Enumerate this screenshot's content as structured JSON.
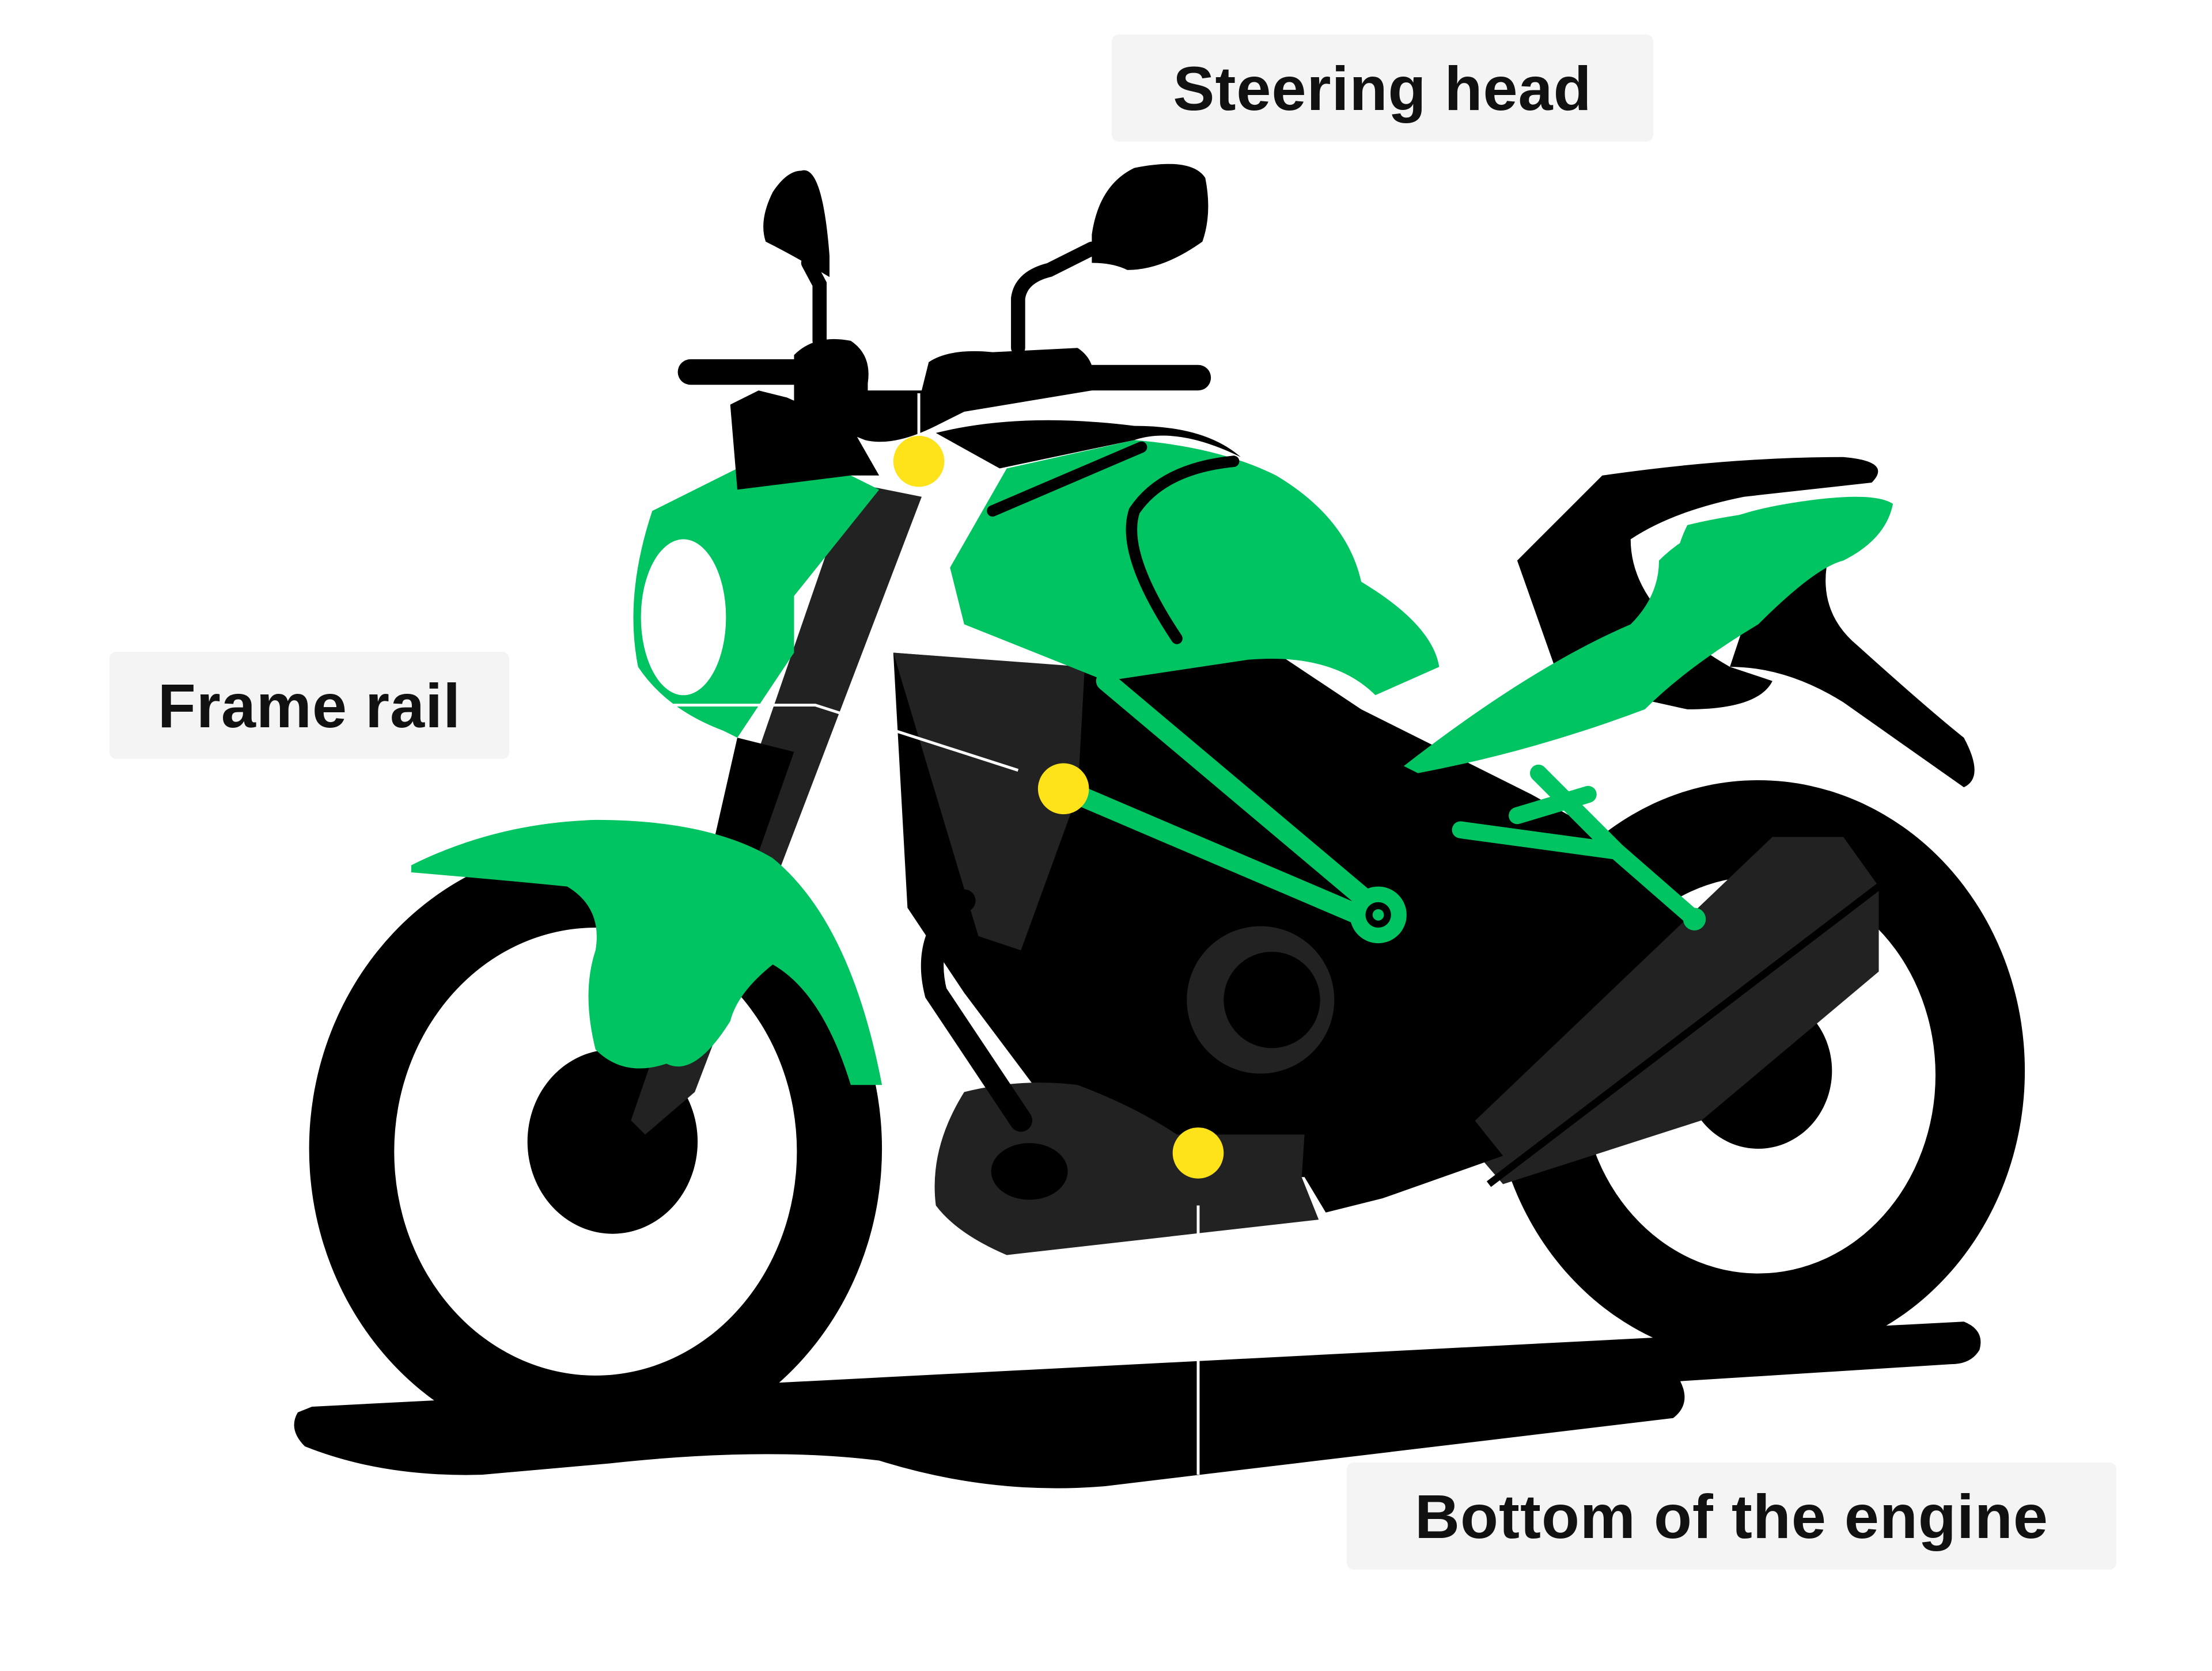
{
  "labels": {
    "steering_head": "Steering head",
    "frame_rail": "Frame rail",
    "engine_bottom": "Bottom of the engine"
  },
  "colors": {
    "body_green": "#00c462",
    "dark": "#000000",
    "dark_grey": "#222222",
    "marker_yellow": "#ffe31a",
    "label_bg": "#f4f4f4",
    "leader_line": "#ffffff"
  },
  "icons": {
    "subject": "motorcycle-illustration",
    "markers": "yellow-dot-marker"
  }
}
